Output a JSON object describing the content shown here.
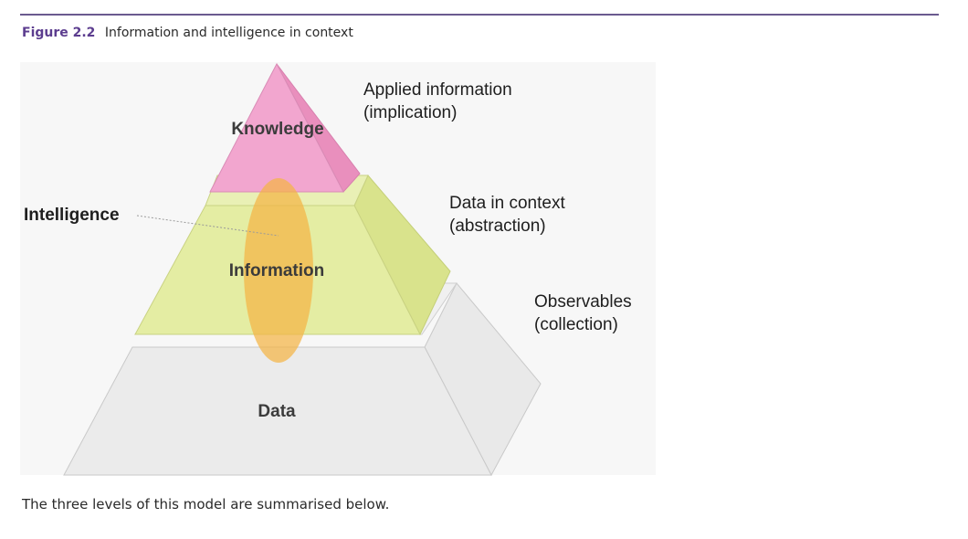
{
  "figure": {
    "label": "Figure 2.2",
    "title": "Information and intelligence in context"
  },
  "pyramid": {
    "levels": {
      "knowledge": "Knowledge",
      "information": "Information",
      "data": "Data"
    },
    "descriptions": {
      "knowledge": [
        "Applied information",
        "(implication)"
      ],
      "information": [
        "Data in context",
        "(abstraction)"
      ],
      "data": [
        "Observables",
        "(collection)"
      ]
    },
    "intelligence_label": "Intelligence",
    "colors": {
      "knowledge": "#f2a6cf",
      "information": "#e4eda3",
      "data": "#eeeeee",
      "intelligence": "#f4b445",
      "panel": "#f7f7f7"
    }
  },
  "footer": {
    "text": "The three levels of this model are summarised below."
  }
}
